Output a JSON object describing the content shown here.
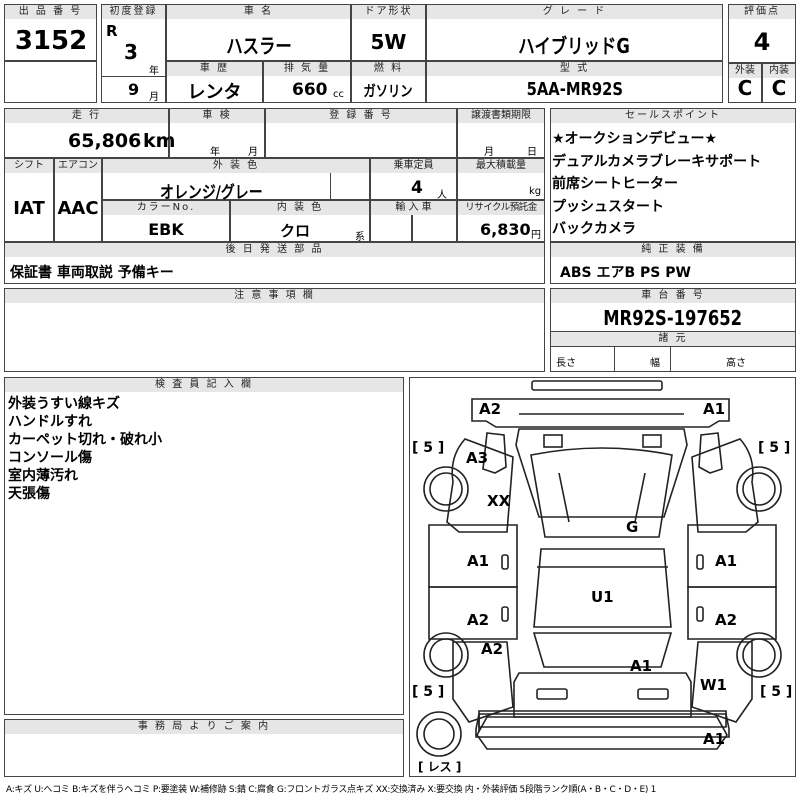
{
  "header": {
    "lot_label": "出 品 番 号",
    "lot_number": "3152",
    "first_reg_label": "初度登録",
    "era": "R",
    "reg_year": "3",
    "year_unit": "年",
    "reg_month": "9",
    "month_unit": "月",
    "car_name_label": "車 名",
    "car_name": "ハスラー",
    "history_label": "車 歴",
    "history": "レンタ",
    "displacement_label": "排 気 量",
    "displacement": "660",
    "displacement_unit": "cc",
    "door_label": "ドア形状",
    "door": "5W",
    "fuel_label": "燃 料",
    "fuel": "ガソリン",
    "grade_label": "グ レ ー ド",
    "grade": "ハイブリッドG",
    "model_label": "型 式",
    "model": "5AA-MR92S",
    "score_label": "評価点",
    "score": "4",
    "exterior_label": "外装",
    "exterior": "C",
    "interior_label": "内装",
    "interior": "C"
  },
  "row2": {
    "mileage_label": "走 行",
    "mileage": "65,806",
    "mileage_unit": "km",
    "inspection_label": "車 検",
    "insp_year_unit": "年",
    "insp_month_unit": "月",
    "registration_label": "登 録 番 号",
    "transfer_label": "譲渡書類期限",
    "transfer_month_unit": "月",
    "transfer_day_unit": "日",
    "shift_label": "シフト",
    "shift": "IAT",
    "ac_label": "エアコン",
    "ac": "AAC",
    "exterior_color_label": "外 装 色",
    "exterior_color": "オレンジ/グレー",
    "capacity_label": "乗車定員",
    "capacity": "4",
    "capacity_unit": "人",
    "load_label": "最大積載量",
    "load_unit": "kg",
    "color_no_label": "カラーNo.",
    "color_no": "EBK",
    "interior_color_label": "内 装 色",
    "interior_color": "クロ",
    "interior_color_suffix": "系",
    "import_label": "輸 入 車",
    "recycle_label": "リサイクル預託金",
    "recycle": "6,830",
    "recycle_unit": "円"
  },
  "sales_points": {
    "label": "セールスポイント",
    "items": [
      "★オークションデビュー★",
      "デュアルカメラブレーキサポート",
      "前席シートヒーター",
      "プッシュスタート",
      "バックカメラ"
    ]
  },
  "equipment": {
    "label": "純 正 装 備",
    "value": "ABS エアB PS PW"
  },
  "accessories": {
    "label": "後 日 発 送 部 品",
    "value": "保証書 車両取説 予備キー"
  },
  "notes": {
    "label": "注 意 事 項 欄"
  },
  "chassis": {
    "label": "車 台 番 号",
    "value": "MR92S-197652",
    "dims_label": "諸 元",
    "length_label": "長さ",
    "width_label": "幅",
    "height_label": "高さ"
  },
  "inspector": {
    "label": "検 査 員 記 入 欄",
    "lines": [
      "外装うすい線キズ",
      "ハンドルすれ",
      "カーペット切れ・破れ小",
      "コンソール傷",
      "室内薄汚れ",
      "天張傷"
    ]
  },
  "office": {
    "label": "事 務 局 よ り ご 案 内"
  },
  "diagram": {
    "tire_tl": "[ 5 ]",
    "tire_tr": "[ 5 ]",
    "tire_bl": "[ 5 ]",
    "tire_br": "[ 5 ]",
    "spare": "[ レス ]",
    "marks": {
      "front_left_bumper": "A2",
      "front_right_bumper": "A1",
      "left_fender": "A3",
      "hood_left": "XX",
      "windshield": "G",
      "left_front_door": "A1",
      "right_front_door": "A1",
      "roof": "U1",
      "left_rear_door": "A2",
      "right_rear_door": "A2",
      "left_rear_fender": "A2",
      "back_door": "A1",
      "right_rear_fender": "W1",
      "rear_bumper": "A1"
    }
  },
  "legend": "A:キズ U:ヘコミ B:キズを伴うヘコミ P:要塗装 W:補修跡 S:錆 C:腐食 G:フロントガラス点キズ XX:交換済み X:要交換 内・外装評価 5段階ランク順(A・B・C・D・E) 1"
}
